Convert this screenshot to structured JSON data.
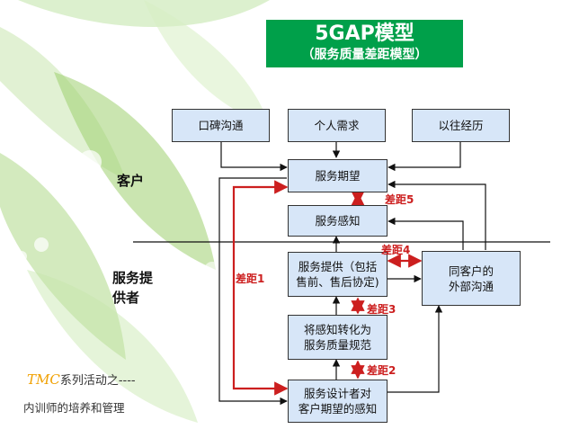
{
  "title": {
    "main": "5GAP模型",
    "sub": "（服务质量差距模型）"
  },
  "sides": {
    "customer": "客户",
    "provider_line1": "服务提",
    "provider_line2": "供者"
  },
  "boxes": {
    "word_of_mouth": "口碑沟通",
    "personal_needs": "个人需求",
    "past_experience": "以往经历",
    "expected_service": "服务期望",
    "perceived_service": "服务感知",
    "service_delivery_line1": "服务提供（包括",
    "service_delivery_line2": "售前、售后协定)",
    "external_comm_line1": "同客户的",
    "external_comm_line2": "外部沟通",
    "translation_line1": "将感知转化为",
    "translation_line2": "服务质量规范",
    "management_line1": "服务设计者对",
    "management_line2": "客户期望的感知"
  },
  "gaps": {
    "gap1": "差距1",
    "gap2": "差距2",
    "gap3": "差距3",
    "gap4": "差距4",
    "gap5": "差距5"
  },
  "footer": {
    "brand": "TMC",
    "line1_rest": "系列活动之----",
    "line2": "内训师的培养和管理"
  },
  "colors": {
    "title_bg": "#00a04a",
    "box_fill": "#d7e6f8",
    "gap_red": "#cc1f1f",
    "leaf_green": "#8fca60"
  }
}
